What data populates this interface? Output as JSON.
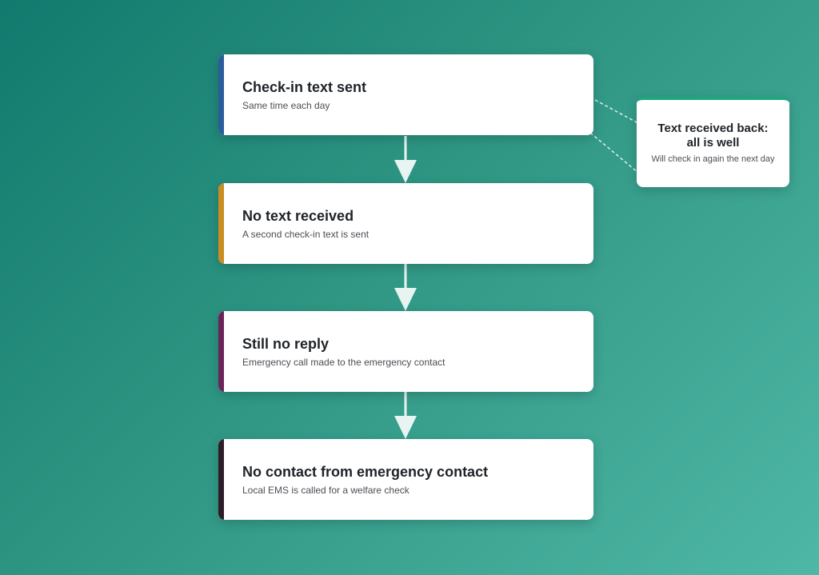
{
  "steps": [
    {
      "title": "Check-in text sent",
      "subtitle": "Same time each day",
      "accent": "#2a5e9a"
    },
    {
      "title": "No text received",
      "subtitle": "A second check-in text is sent",
      "accent": "#c98d22"
    },
    {
      "title": "Still no reply",
      "subtitle": "Emergency call made to the emergency contact",
      "accent": "#6b2458"
    },
    {
      "title": "No contact from emergency contact",
      "subtitle": "Local EMS is called for a welfare check",
      "accent": "#2e1c2b"
    }
  ],
  "side_outcome": {
    "title": "Text received back:\nall is well",
    "subtitle": "Will check in again the next day",
    "accent": "#22a57f"
  }
}
